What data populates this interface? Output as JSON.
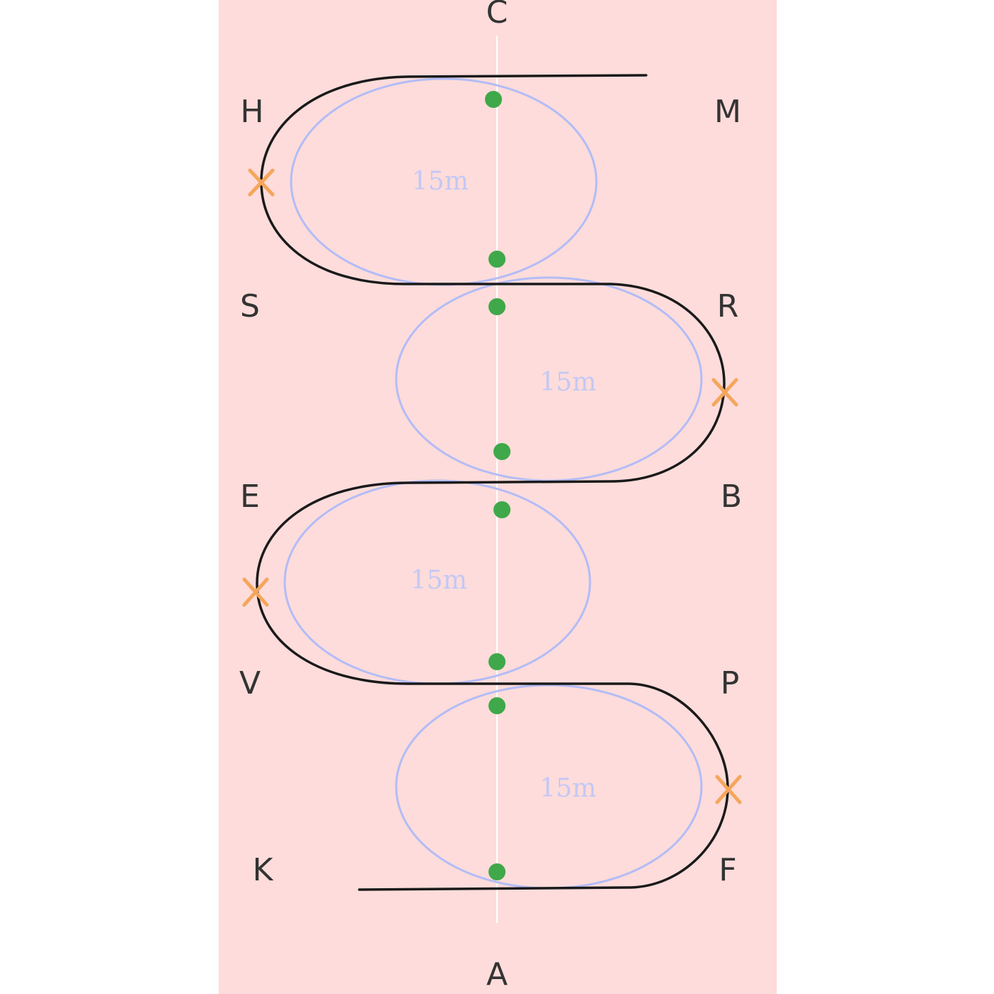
{
  "markers": {
    "C": "C",
    "H": "H",
    "M": "M",
    "S": "S",
    "R": "R",
    "E": "E",
    "B": "B",
    "V": "V",
    "P": "P",
    "K": "K",
    "F": "F",
    "A": "A"
  },
  "circles": [
    {
      "label": "15m"
    },
    {
      "label": "15m"
    },
    {
      "label": "15m"
    },
    {
      "label": "15m"
    }
  ],
  "colors": {
    "arena": "#fddcdb",
    "track": "#1a1a1a",
    "circle": "#b3bcf6",
    "dot": "#3fa84a",
    "cross": "#f5a65b",
    "centerline": "#ffffff"
  }
}
